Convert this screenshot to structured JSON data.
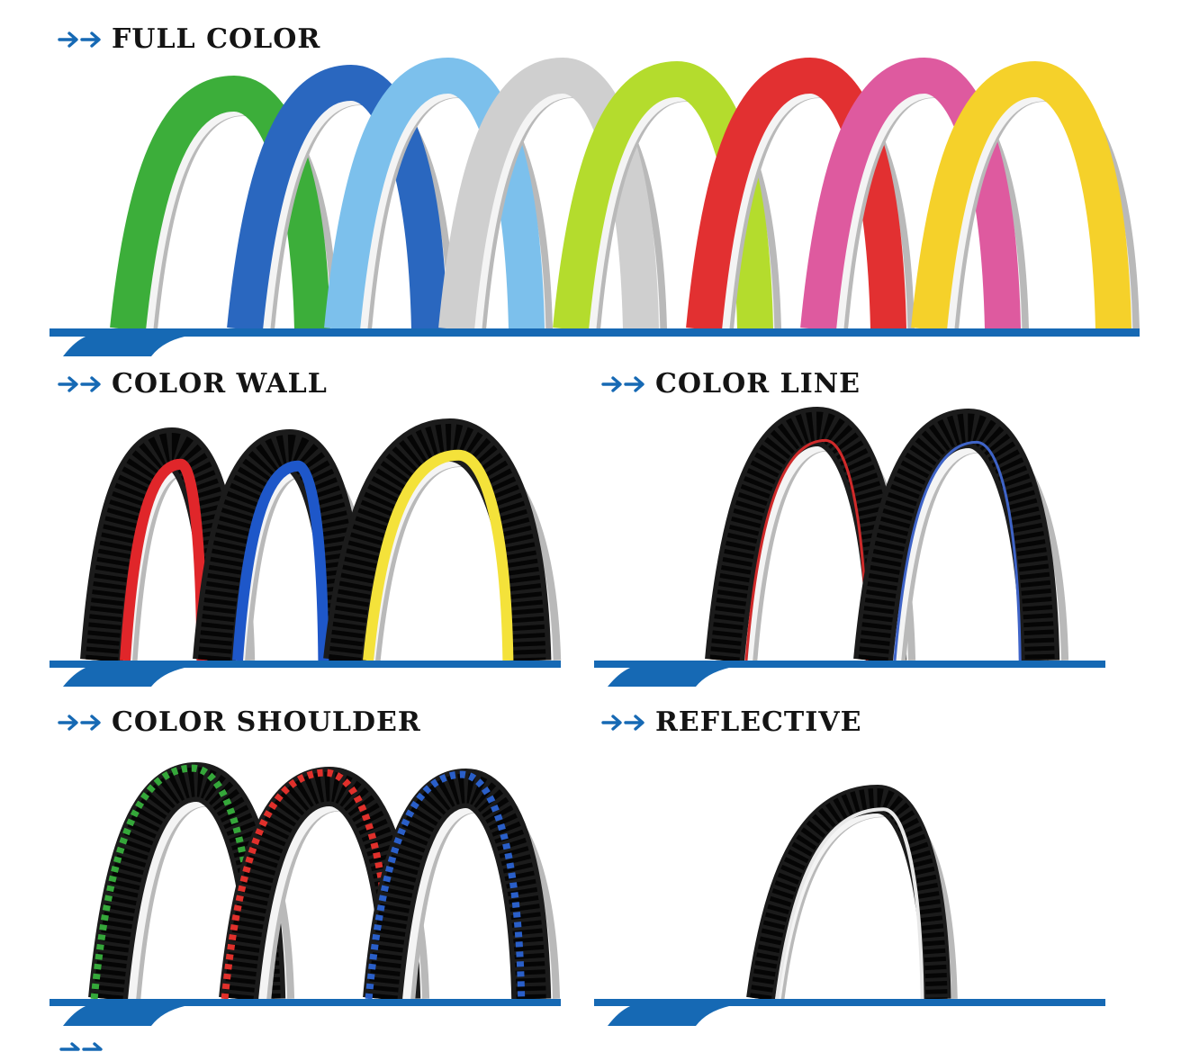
{
  "sections": {
    "full_color": {
      "title": "FULL COLOR"
    },
    "color_wall": {
      "title": "COLOR WALL"
    },
    "color_line": {
      "title": "COLOR LINE"
    },
    "color_shoulder": {
      "title": "COLOR SHOULDER"
    },
    "reflective": {
      "title": "REFLECTIVE"
    }
  },
  "colors": {
    "accent_blue": "#1669b4",
    "heading_text": "#141414",
    "rim_white": "#f4f4f4",
    "rim_gray": "#b9b9b9",
    "tire_black": "#1b1b1b",
    "full_color_tires": [
      "#3cae3a",
      "#2a67bf",
      "#7cc0ec",
      "#cfcfcf",
      "#b4dc2d",
      "#e23031",
      "#de5a9f",
      "#f5d12a"
    ],
    "wall_colors": [
      "#e0262a",
      "#1e57c9",
      "#f4e23a"
    ],
    "line_colors": [
      "#d02a2a",
      "#3f64c8"
    ],
    "shoulder_colors": [
      "#35a73a",
      "#e0302b",
      "#2a5fc9"
    ]
  },
  "icons": {
    "heading_marker": "double-arrow-right-icon"
  }
}
